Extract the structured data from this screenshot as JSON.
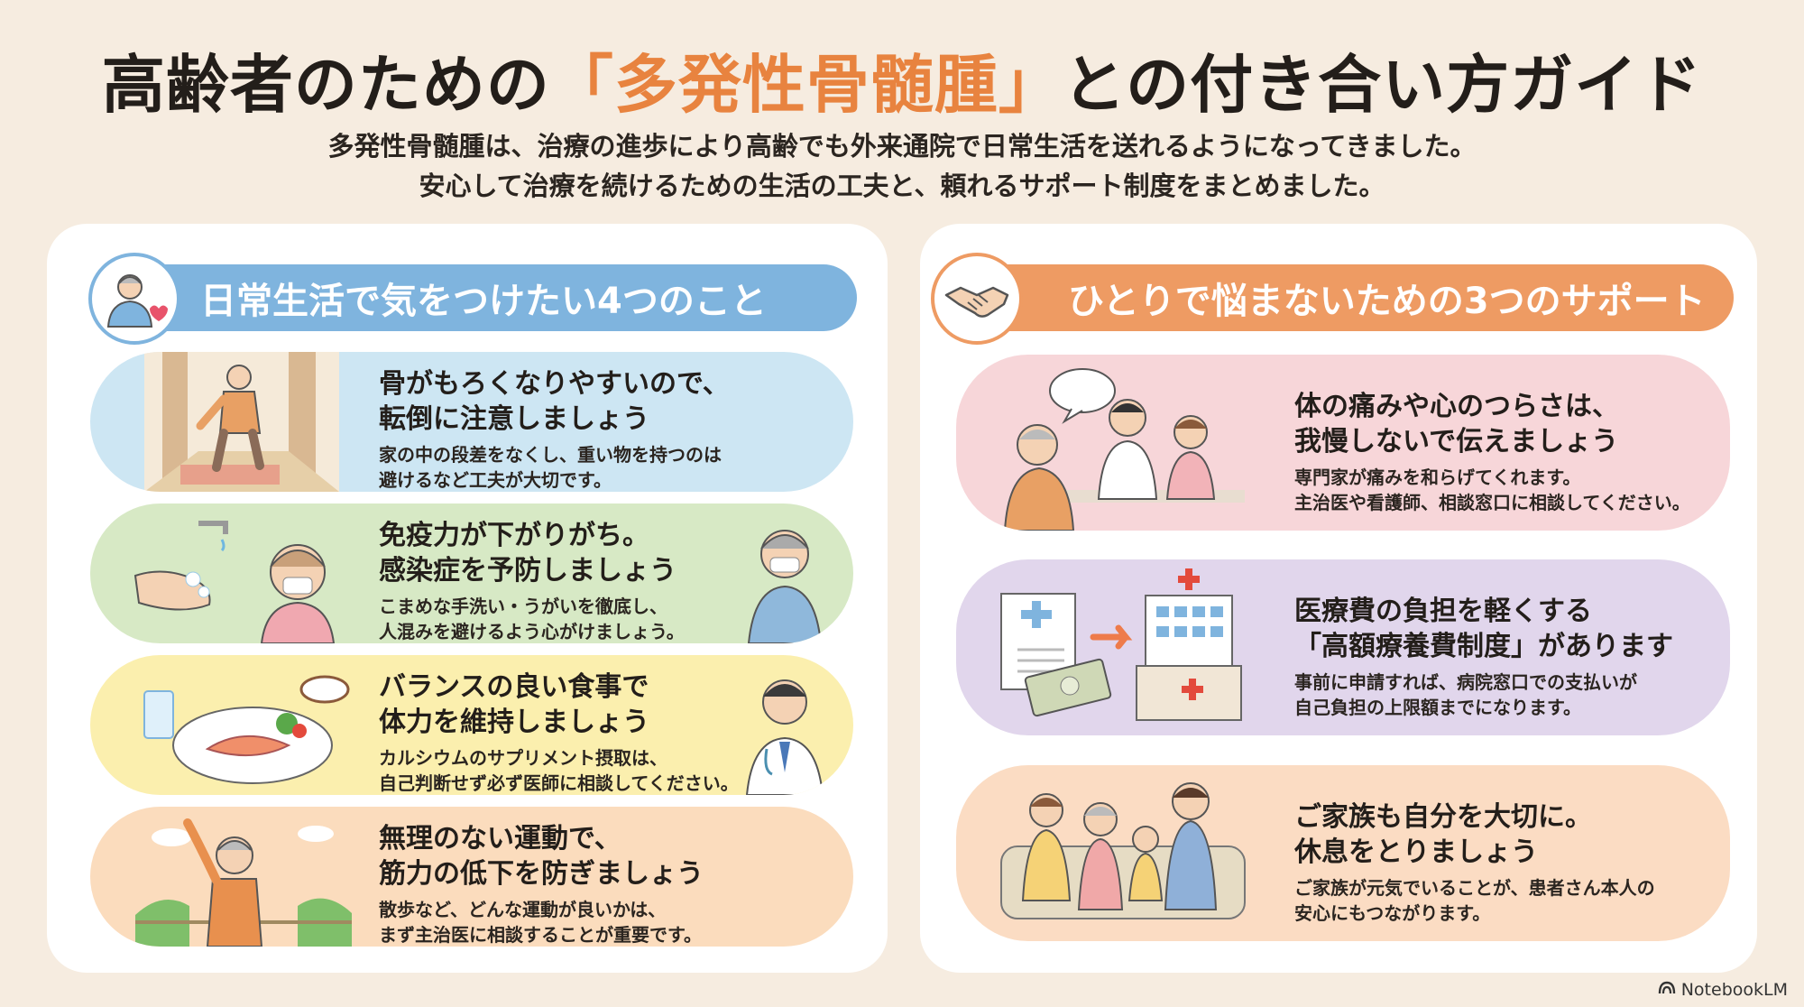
{
  "title": {
    "before": "高齢者のための",
    "accent": "「多発性骨髄腫」",
    "after": "との付き合い方ガイド"
  },
  "subtitle": {
    "line1": "多発性骨髄腫は、治療の進歩により高齢でも外来通院で日常生活を送れるようになってきました。",
    "line2": "安心して治療を続けるための生活の工夫と、頼れるサポート制度をまとめました。"
  },
  "left": {
    "header": "日常生活で気をつけたい4つのこと",
    "header_icon": "elderly-person-heart-icon",
    "cards": [
      {
        "head1": "骨がもろくなりやすいので、",
        "head2": "転倒に注意しましょう",
        "body1": "家の中の段差をなくし、重い物を持つのは",
        "body2": "避けるなど工夫が大切です。",
        "color": "#cde6f3"
      },
      {
        "head1": "免疫力が下がりがち。",
        "head2": "感染症を予防しましょう",
        "body1": "こまめな手洗い・うがいを徹底し、",
        "body2": "人混みを避けるよう心がけましょう。",
        "color": "#d7e9c5"
      },
      {
        "head1": "バランスの良い食事で",
        "head2": "体力を維持しましょう",
        "body1": "カルシウムのサプリメント摂取は、",
        "body2": "自己判断せず必ず医師に相談してください。",
        "color": "#fbefae"
      },
      {
        "head1": "無理のない運動で、",
        "head2": "筋力の低下を防ぎましょう",
        "body1": "散歩など、どんな運動が良いかは、",
        "body2": "まず主治医に相談することが重要です。",
        "color": "#fbdcbd"
      }
    ]
  },
  "right": {
    "header": "ひとりで悩まないための3つのサポート",
    "header_icon": "handshake-icon",
    "cards": [
      {
        "head1": "体の痛みや心のつらさは、",
        "head2": "我慢しないで伝えましょう",
        "body1": "専門家が痛みを和らげてくれます。",
        "body2": "主治医や看護師、相談窓口に相談してください。",
        "color": "#f7d6d9"
      },
      {
        "head1": "医療費の負担を軽くする",
        "head2": "「高額療養費制度」があります",
        "body1": "事前に申請すれば、病院窓口での支払いが",
        "body2": "自己負担の上限額までになります。",
        "color": "#e1d6ec"
      },
      {
        "head1": "ご家族も自分を大切に。",
        "head2": "休息をとりましょう",
        "body1": "ご家族が元気でいることが、患者さん本人の",
        "body2": "安心にもつながります。",
        "color": "#fbdcc3"
      }
    ]
  },
  "colors": {
    "accent": "#e8833f",
    "left_header": "#7fb4de",
    "right_header": "#ee9b63"
  },
  "brand": "NotebookLM"
}
